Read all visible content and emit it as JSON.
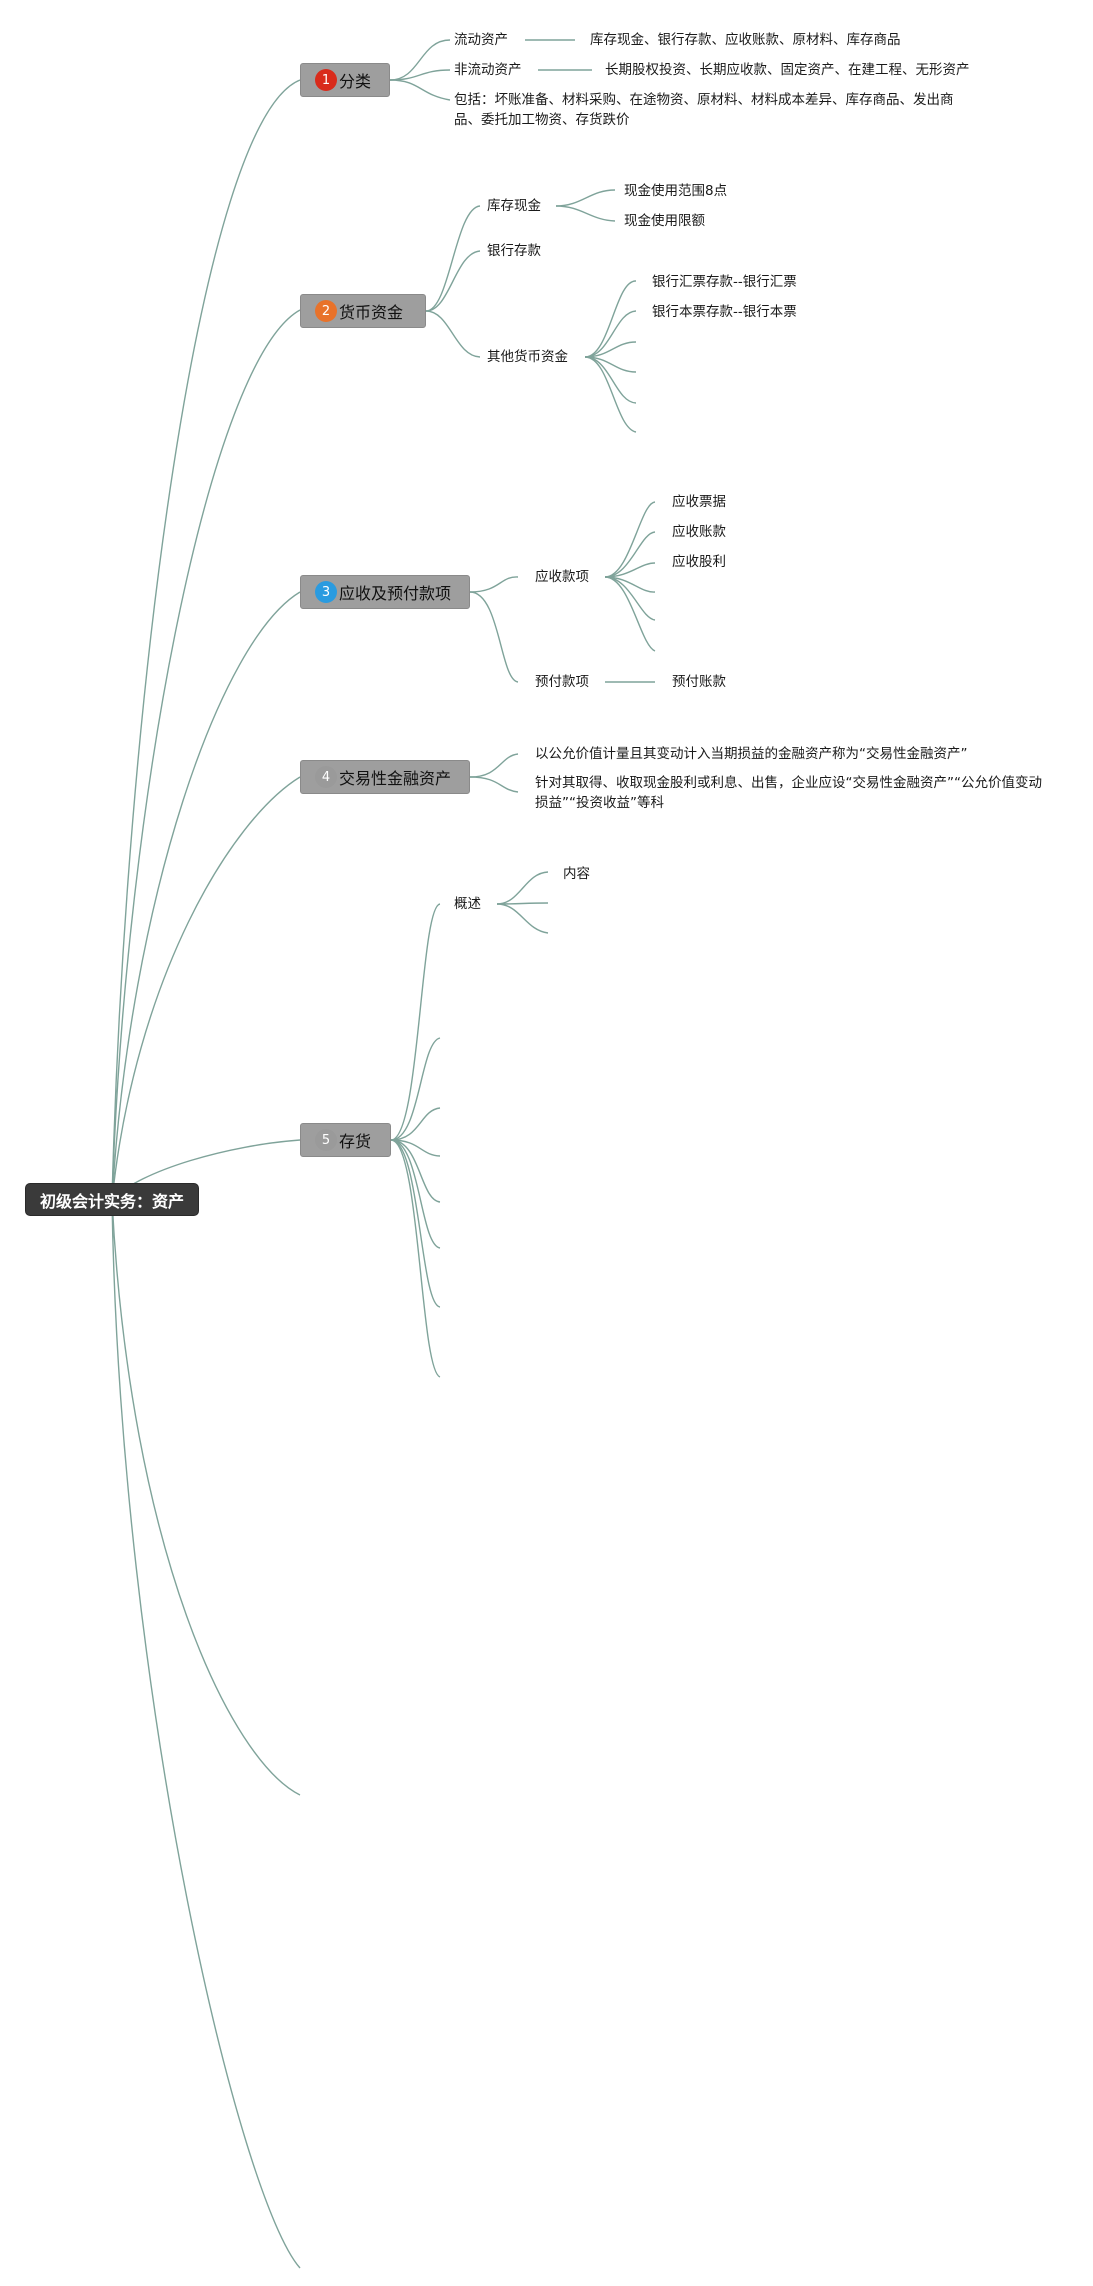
{
  "colors": {
    "line": "#7fa39a",
    "root_bg": "#3a3a3a",
    "topic_bg": "#9e9e9e",
    "badge_1": "#d92b1b",
    "badge_2": "#e8722a",
    "badge_3": "#2a9be0",
    "badge_4": "#9a9a9a",
    "badge_5": "#9a9a9a"
  },
  "root": {
    "label": "初级会计实务：资产"
  },
  "topics": [
    {
      "badge": "1",
      "label": "分类",
      "children": [
        {
          "label": "流动资产",
          "detail": "库存现金、银行存款、应收账款、原材料、库存商品"
        },
        {
          "label": "非流动资产",
          "detail": "长期股权投资、长期应收款、固定资产、在建工程、无形资产"
        },
        {
          "label": "包括：坏账准备、材料采购、在途物资、原材料、材料成本差异、库存商品、发出商品、委托加工物资、存货跌价"
        }
      ]
    },
    {
      "badge": "2",
      "label": "货币资金",
      "children": [
        {
          "label": "库存现金",
          "items": [
            "现金使用范围8点",
            "现金使用限额"
          ]
        },
        {
          "label": "银行存款"
        },
        {
          "label": "其他货币资金",
          "items": [
            "银行汇票存款--银行汇票",
            "银行本票存款--银行本票"
          ]
        }
      ]
    },
    {
      "badge": "3",
      "label": "应收及预付款项",
      "children": [
        {
          "label": "应收款项",
          "items": [
            "应收票据",
            "应收账款",
            "应收股利"
          ]
        },
        {
          "label": "预付款项",
          "items": [
            "预付账款"
          ]
        }
      ]
    },
    {
      "badge": "4",
      "label": "交易性金融资产",
      "children": [
        {
          "label": "以公允价值计量且其变动计入当期损益的金融资产称为“交易性金融资产”"
        },
        {
          "label": "针对其取得、收取现金股利或利息、出售，企业应设“交易性金融资产”“公允价值变动损益”“投资收益”等科"
        }
      ]
    },
    {
      "badge": "5",
      "label": "存货",
      "children": [
        {
          "label": "概述",
          "items": [
            "内容"
          ]
        }
      ]
    }
  ]
}
